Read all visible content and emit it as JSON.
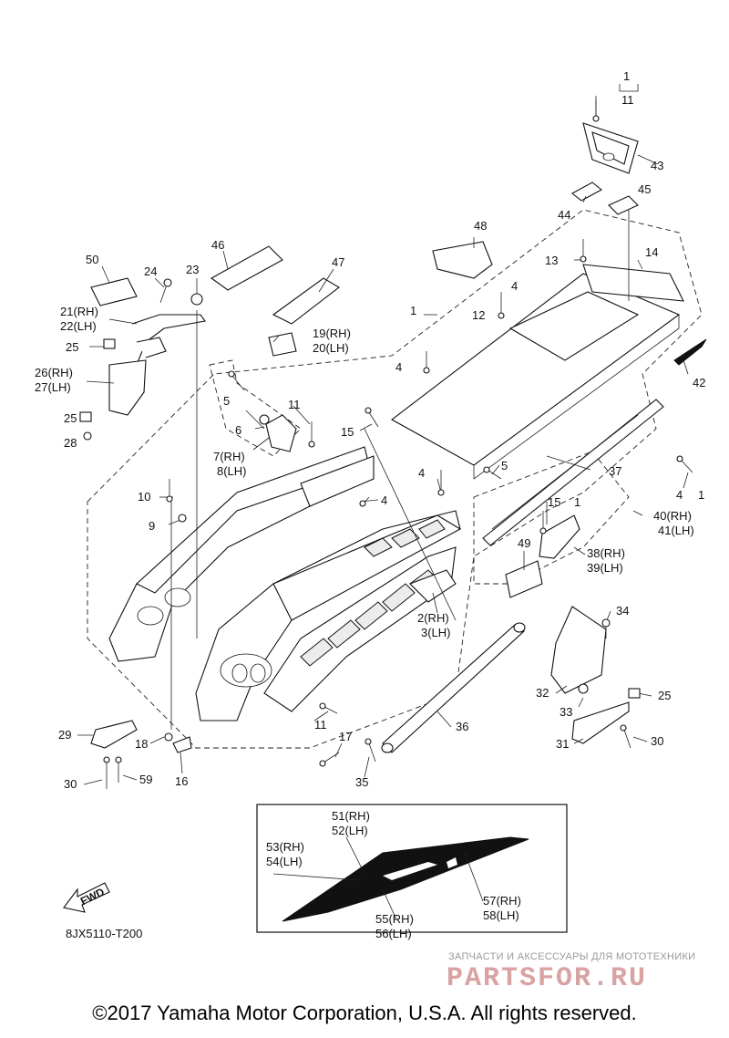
{
  "diagram_code": "8JX5110-T200",
  "copyright": "©2017 Yamaha Motor Corporation, U.S.A. All rights reserved.",
  "watermark": {
    "tagline": "ЗАПЧАСТИ И АКСЕССУАРЫ ДЛЯ МОТОТЕХНИКИ",
    "logo": "PARTSFOR.RU"
  },
  "fwd_label": "FWD",
  "callouts": {
    "c1a": "1",
    "c11a": "11",
    "c43": "43",
    "c45": "45",
    "c44": "44",
    "c48": "48",
    "c13": "13",
    "c14": "14",
    "c4a": "4",
    "c12": "12",
    "c1b": "1",
    "c4b": "4",
    "c42": "42",
    "c46": "46",
    "c47": "47",
    "c50": "50",
    "c24": "24",
    "c23": "23",
    "c21": "21(RH)",
    "c22": "22(LH)",
    "c19": "19(RH)",
    "c20": "20(LH)",
    "c25a": "25",
    "c26": "26(RH)",
    "c27": "27(LH)",
    "c5a": "5",
    "c11b": "11",
    "c6": "6",
    "c7": "7(RH)",
    "c8": "8(LH)",
    "c25b": "25",
    "c28": "28",
    "c15a": "15",
    "c5b": "5",
    "c37": "37",
    "c4c": "4",
    "c4d": "4",
    "c1c": "1",
    "c10": "10",
    "c9": "9",
    "c4e": "4",
    "c15b": "15",
    "c1d": "1",
    "c40": "40(RH)",
    "c41": "41(LH)",
    "c38": "38(RH)",
    "c39": "39(LH)",
    "c49": "49",
    "c2": "2(RH)",
    "c3": "3(LH)",
    "c34": "34",
    "c32": "32",
    "c33": "33",
    "c25c": "25",
    "c31": "31",
    "c30a": "30",
    "c36": "36",
    "c29": "29",
    "c18": "18",
    "c16": "16",
    "c30b": "30",
    "c59": "59",
    "c11c": "11",
    "c17": "17",
    "c35": "35",
    "c51": "51(RH)",
    "c52": "52(LH)",
    "c53": "53(RH)",
    "c54": "54(LH)",
    "c55": "55(RH)",
    "c56": "56(LH)",
    "c57": "57(RH)",
    "c58": "58(LH)"
  }
}
